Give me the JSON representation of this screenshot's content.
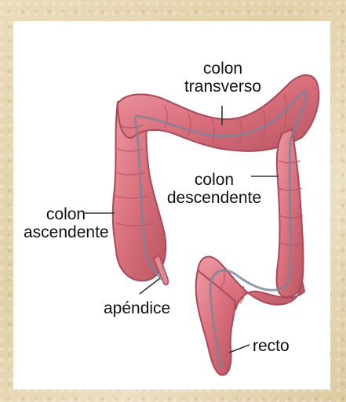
{
  "colors": {
    "tissue": "#d9707c",
    "tissue_dark": "#b24f5c",
    "tissue_light": "#eea2aa",
    "line": "#333333",
    "background_frame": "#e4d3ae",
    "panel": "#ffffff"
  },
  "labels": {
    "transverse_line1": "colon",
    "transverse_line2": "transverso",
    "descending_line1": "colon",
    "descending_line2": "descendente",
    "ascending_line1": "colon",
    "ascending_line2": "ascendente",
    "appendix": "apéndice",
    "rectum": "recto"
  }
}
